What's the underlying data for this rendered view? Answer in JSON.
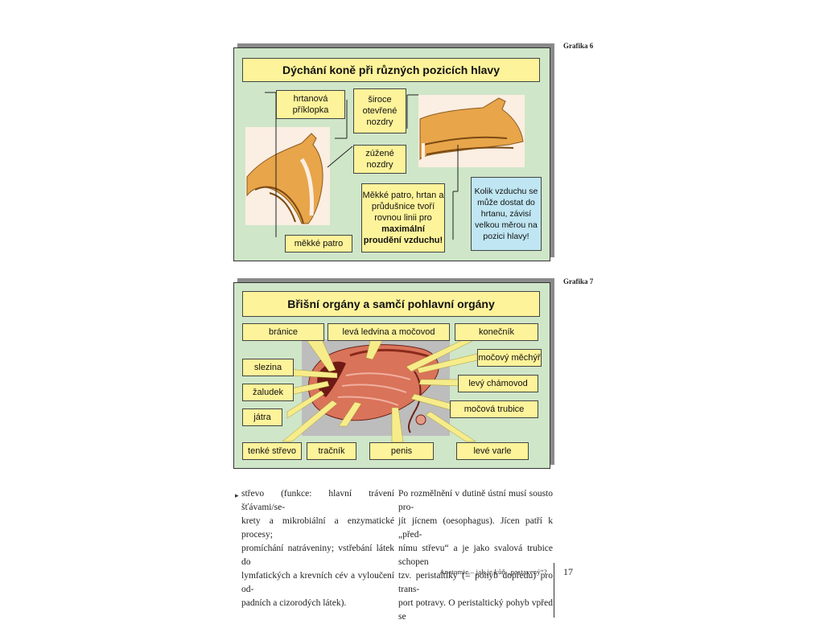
{
  "grafika6": {
    "label": "Grafika 6",
    "title": "Dýchání koně při různých pozicích hlavy",
    "labels": {
      "hrtanova": "hrtanová příklopka",
      "siroce": "široce otevřené nozdry",
      "zuzene": "zúžené nozdry",
      "mekke_patro": "měkké patro",
      "mekke_patro_note_1": "Měkké patro, hrtan a průdušnice tvoří rovnou linii pro",
      "mekke_patro_note_2": "maximální proudění vzduchu!",
      "kolik": "Kolik vzduchu se může dostat do hrtanu, závisí velkou měrou na pozici hlavy!"
    }
  },
  "grafika7": {
    "label": "Grafika 7",
    "title": "Břišní orgány a samčí pohlavní orgány",
    "labels": {
      "branice": "bránice",
      "leva_ledvina": "levá ledvina a močovod",
      "konecnik": "konečník",
      "mocovy_mechyr": "močový měchýř",
      "slezina": "slezina",
      "levy_chamovod": "levý chámovod",
      "zaludek": "žaludek",
      "mocova_trubice": "močová trubice",
      "jatra": "játra",
      "tenke_strevo": "tenké střevo",
      "tracnik": "tračník",
      "penis": "penis",
      "leve_varle": "levé varle"
    }
  },
  "text": {
    "col1": "střevo (funkce: hlavní trávení šťávami/se-\nkrety a mikrobiální a enzymatické procesy;\npromíchání natráveniny; vstřebání látek do\nlymfatických a krevních cév a vyloučení od-\npadních a cizorodých látek).",
    "col2": "Po rozmělnění v dutině ústní musí sousto pro-\njít jícnem (oesophagus). Jícen patří k „před-\nnímu střevu“ a je jako svalová trubice schopen\ntzv. peristaltiky (= pohyb dopředu) pro trans-\nport potravy. O peristaltický pohyb vpřed se"
  },
  "footer": {
    "title": "Anatomie – jak je kůň „postavený“?",
    "page_number": "17"
  }
}
